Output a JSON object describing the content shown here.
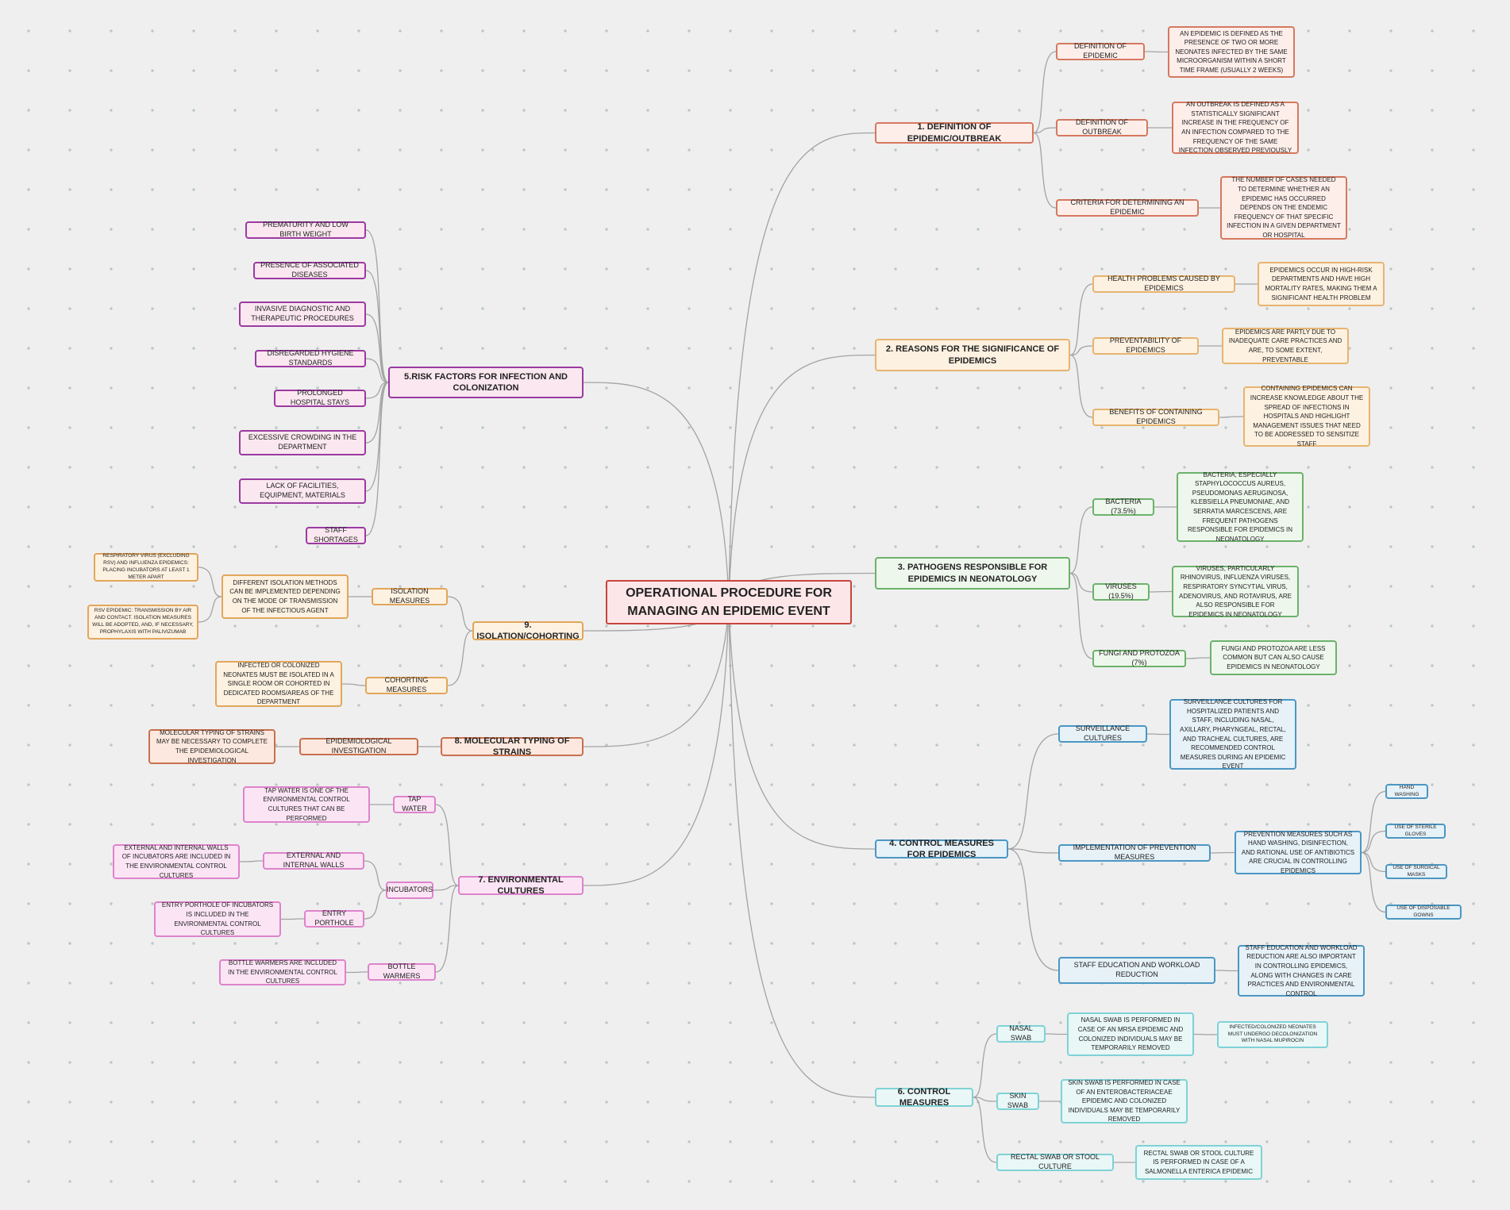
{
  "root": "OPERATIONAL PROCEDURE FOR MANAGING AN EPIDEMIC EVENT",
  "b1": {
    "title": "1. DEFINITION OF EPIDEMIC/OUTBREAK",
    "def_epidemic": "DEFINITION OF EPIDEMIC",
    "def_epidemic_text": "AN EPIDEMIC IS DEFINED AS THE PRESENCE OF TWO OR MORE NEONATES INFECTED BY THE SAME MICROORGANISM WITHIN A SHORT TIME FRAME (USUALLY 2 WEEKS)",
    "def_outbreak": "DEFINITION OF OUTBREAK",
    "def_outbreak_text": "AN OUTBREAK IS DEFINED AS A STATISTICALLY SIGNIFICANT INCREASE IN THE FREQUENCY OF AN INFECTION COMPARED TO THE FREQUENCY OF THE SAME INFECTION OBSERVED PREVIOUSLY",
    "criteria": "CRITERIA FOR DETERMINING AN EPIDEMIC",
    "criteria_text": "THE NUMBER OF CASES NEEDED TO DETERMINE WHETHER AN EPIDEMIC HAS OCCURRED DEPENDS ON THE ENDEMIC FREQUENCY OF THAT SPECIFIC INFECTION IN A GIVEN DEPARTMENT OR HOSPITAL"
  },
  "b2": {
    "title": "2. REASONS FOR THE SIGNIFICANCE OF EPIDEMICS",
    "health": "HEALTH PROBLEMS CAUSED BY EPIDEMICS",
    "health_text": "EPIDEMICS OCCUR IN HIGH-RISK DEPARTMENTS AND HAVE HIGH MORTALITY RATES, MAKING THEM A SIGNIFICANT HEALTH PROBLEM",
    "prevent": "PREVENTABILITY OF EPIDEMICS",
    "prevent_text": "EPIDEMICS ARE PARTLY DUE TO INADEQUATE CARE PRACTICES AND ARE, TO SOME EXTENT, PREVENTABLE",
    "benefits": "BENEFITS OF CONTAINING EPIDEMICS",
    "benefits_text": "CONTAINING EPIDEMICS CAN INCREASE KNOWLEDGE ABOUT THE SPREAD OF INFECTIONS IN HOSPITALS AND HIGHLIGHT MANAGEMENT ISSUES THAT NEED TO BE ADDRESSED TO SENSITIZE STAFF"
  },
  "b3": {
    "title": "3. PATHOGENS RESPONSIBLE FOR EPIDEMICS IN NEONATOLOGY",
    "bacteria": "BACTERIA (73.5%)",
    "bacteria_text": "BACTERIA, ESPECIALLY STAPHYLOCOCCUS AUREUS, PSEUDOMONAS AERUGINOSA, KLEBSIELLA PNEUMONIAE, AND SERRATIA MARCESCENS, ARE FREQUENT PATHOGENS RESPONSIBLE FOR EPIDEMICS IN NEONATOLOGY",
    "viruses": "VIRUSES (19.5%)",
    "viruses_text": "VIRUSES, PARTICULARLY RHINOVIRUS, INFLUENZA VIRUSES, RESPIRATORY SYNCYTIAL VIRUS, ADENOVIRUS, AND ROTAVIRUS, ARE ALSO RESPONSIBLE FOR EPIDEMICS IN NEONATOLOGY",
    "fungi": "FUNGI AND PROTOZOA (7%)",
    "fungi_text": "FUNGI AND PROTOZOA ARE LESS COMMON BUT CAN ALSO CAUSE EPIDEMICS IN NEONATOLOGY"
  },
  "b4": {
    "title": "4. CONTROL MEASURES FOR EPIDEMICS",
    "surv": "SURVEILLANCE CULTURES",
    "surv_text": "SURVEILLANCE CULTURES FOR HOSPITALIZED PATIENTS AND STAFF, INCLUDING NASAL, AXILLARY, PHARYNGEAL, RECTAL, AND TRACHEAL CULTURES, ARE RECOMMENDED CONTROL MEASURES DURING AN EPIDEMIC EVENT",
    "impl": "IMPLEMENTATION OF PREVENTION MEASURES",
    "impl_text": "PREVENTION MEASURES SUCH AS HAND WASHING, DISINFECTION, AND RATIONAL USE OF ANTIBIOTICS ARE CRUCIAL IN CONTROLLING EPIDEMICS",
    "hand": "HAND WASHING",
    "gloves": "USE OF STERILE GLOVES",
    "masks": "USE OF SURGICAL MASKS",
    "gowns": "USE OF DISPOSABLE GOWNS",
    "staff": "STAFF EDUCATION AND WORKLOAD REDUCTION",
    "staff_text": "STAFF EDUCATION AND WORKLOAD REDUCTION ARE ALSO IMPORTANT IN CONTROLLING EPIDEMICS, ALONG WITH CHANGES IN CARE PRACTICES AND ENVIRONMENTAL CONTROL"
  },
  "b6": {
    "title": "6. CONTROL MEASURES",
    "nasal": "NASAL SWAB",
    "nasal_text": "NASAL SWAB IS PERFORMED IN CASE OF AN MRSA EPIDEMIC AND COLONIZED INDIVIDUALS MAY BE TEMPORARILY REMOVED",
    "nasal_sub": "INFECTED/COLONIZED NEONATES MUST UNDERGO DECOLONIZATION WITH NASAL MUPIROCIN",
    "skin": "SKIN SWAB",
    "skin_text": "SKIN SWAB IS PERFORMED IN CASE OF AN ENTEROBACTERIACEAE EPIDEMIC AND COLONIZED INDIVIDUALS MAY BE TEMPORARILY REMOVED",
    "rectal": "RECTAL SWAB OR STOOL CULTURE",
    "rectal_text": "RECTAL SWAB OR STOOL CULTURE IS PERFORMED IN CASE OF A SALMONELLA ENTERICA EPIDEMIC"
  },
  "b5": {
    "title": "5.RISK FACTORS FOR INFECTION AND COLONIZATION",
    "items": [
      "PREMATURITY AND LOW BIRTH WEIGHT",
      "PRESENCE OF ASSOCIATED DISEASES",
      "INVASIVE DIAGNOSTIC AND THERAPEUTIC PROCEDURES",
      "DISREGARDED HYGIENE STANDARDS",
      "PROLONGED HOSPITAL STAYS",
      "EXCESSIVE CROWDING IN THE DEPARTMENT",
      "LACK OF FACILITIES, EQUIPMENT, MATERIALS",
      "STAFF SHORTAGES"
    ]
  },
  "b9": {
    "title": "9. ISOLATION/COHORTING",
    "iso": "ISOLATION MEASURES",
    "iso_text": "DIFFERENT ISOLATION METHODS CAN BE IMPLEMENTED DEPENDING ON THE MODE OF TRANSMISSION OF THE INFECTIOUS AGENT",
    "iso_resp": "RESPIRATORY VIRUS (EXCLUDING RSV) AND INFLUENZA EPIDEMICS: PLACING INCUBATORS AT LEAST 1 METER APART",
    "iso_rsv": "RSV EPIDEMIC: TRANSMISSION BY AIR AND CONTACT. ISOLATION MEASURES WILL BE ADOPTED, AND, IF NECESSARY, PROPHYLAXIS WITH PALIVIZUMAB",
    "coh": "COHORTING MEASURES",
    "coh_text": "INFECTED OR COLONIZED NEONATES MUST BE ISOLATED IN A SINGLE ROOM OR COHORTED IN DEDICATED ROOMS/AREAS OF THE DEPARTMENT"
  },
  "b8": {
    "title": "8. MOLECULAR TYPING OF STRAINS",
    "epi": "EPIDEMIOLOGICAL INVESTIGATION",
    "epi_text": "MOLECULAR TYPING OF STRAINS MAY BE NECESSARY TO COMPLETE THE EPIDEMIOLOGICAL INVESTIGATION"
  },
  "b7": {
    "title": "7. ENVIRONMENTAL CULTURES",
    "tap": "TAP WATER",
    "tap_text": "TAP WATER IS ONE OF THE ENVIRONMENTAL CONTROL CULTURES THAT CAN BE PERFORMED",
    "inc": "INCUBATORS",
    "walls": "EXTERNAL AND INTERNAL WALLS",
    "walls_text": "EXTERNAL AND INTERNAL WALLS OF INCUBATORS ARE INCLUDED IN THE ENVIRONMENTAL CONTROL CULTURES",
    "port": "ENTRY PORTHOLE",
    "port_text": "ENTRY PORTHOLE OF INCUBATORS IS INCLUDED IN THE ENVIRONMENTAL CONTROL CULTURES",
    "bottle": "BOTTLE WARMERS",
    "bottle_text": "BOTTLE WARMERS ARE INCLUDED IN THE ENVIRONMENTAL CONTROL CULTURES"
  }
}
